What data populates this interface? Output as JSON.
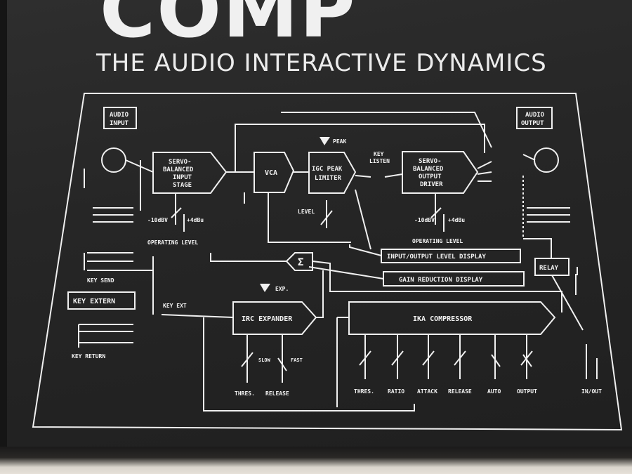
{
  "brand": "COMP",
  "tagline": "THE AUDIO INTERACTIVE DYNAMICS",
  "colors": {
    "panel": "#262626",
    "print": "#f2f2f2"
  },
  "labels": {
    "audio_input_1": "AUDIO",
    "audio_input_2": "INPUT",
    "audio_output_1": "AUDIO",
    "audio_output_2": "OUTPUT",
    "servo_in_1": "SERVO-",
    "servo_in_2": "BALANCED",
    "servo_in_3": "INPUT",
    "servo_in_4": "STAGE",
    "vca": "VCA",
    "igc_1": "IGC PEAK",
    "igc_2": "LIMITER",
    "peak": "PEAK",
    "key_listen_1": "KEY",
    "key_listen_2": "LISTEN",
    "servo_out_1": "SERVO-",
    "servo_out_2": "BALANCED",
    "servo_out_3": "OUTPUT",
    "servo_out_4": "DRIVER",
    "level": "LEVEL",
    "in_m10": "-10dBV",
    "in_p4": "+4dBu",
    "in_oplevel": "OPERATING LEVEL",
    "out_m10": "-10dBV",
    "out_p4": "+4dBu",
    "out_oplevel": "OPERATING LEVEL",
    "io_display": "INPUT/OUTPUT LEVEL DISPLAY",
    "gr_display": "GAIN REDUCTION DISPLAY",
    "sigma": "Σ",
    "relay": "RELAY",
    "key_send": "KEY SEND",
    "key_extern": "KEY EXTERN",
    "key_ext": "KEY EXT",
    "key_return": "KEY RETURN",
    "exp": "EXP.",
    "irc": "IRC EXPANDER",
    "ika": "IKA COMPRESSOR",
    "slow": "SLOW",
    "fast": "FAST",
    "exp_thres": "THRES.",
    "exp_release": "RELEASE",
    "c_thres": "THRES.",
    "c_ratio": "RATIO",
    "c_attack": "ATTACK",
    "c_release": "RELEASE",
    "c_auto": "AUTO",
    "c_output": "OUTPUT",
    "in_out": "IN/OUT"
  }
}
